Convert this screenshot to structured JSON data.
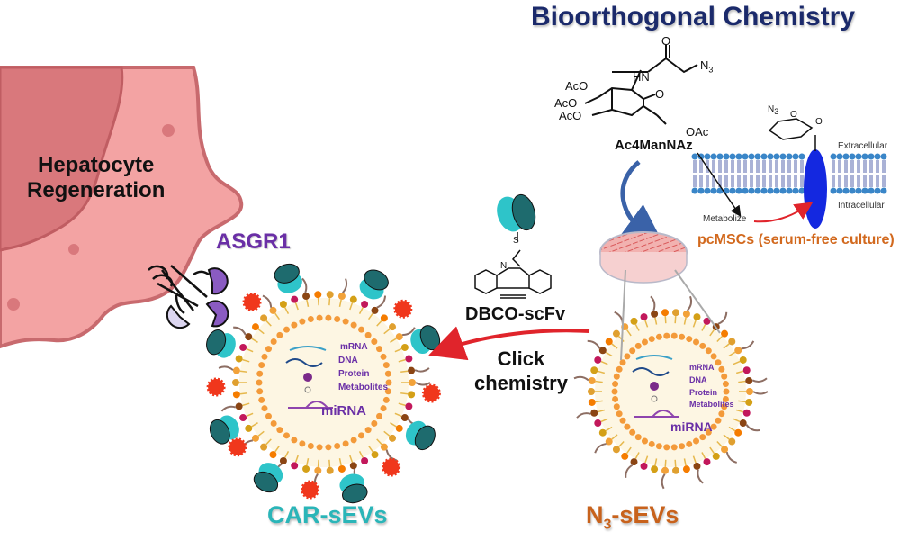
{
  "title": "Bioorthogonal Chemistry",
  "hepatocyte": {
    "line1": "Hepatocyte",
    "line2": "Regeneration"
  },
  "receptor": {
    "label": "ASGR1"
  },
  "dbco": {
    "label": "DBCO-scFv",
    "atom_s": "S",
    "atom_n": "N"
  },
  "click": {
    "line1": "Click",
    "line2": "chemistry"
  },
  "car_sevs": {
    "label": "CAR-sEVs"
  },
  "n3_sevs": {
    "prefix": "N",
    "subscript": "3",
    "suffix": "-sEVs"
  },
  "sugar": {
    "name": "Ac4ManNAz",
    "groups": {
      "o_top": "O",
      "n3": "N",
      "n3_sub": "3",
      "hn": "HN",
      "ring_o": "O",
      "aco1": "AcO",
      "aco2": "AcO",
      "aco3": "AcO",
      "oac": "OAc"
    }
  },
  "membrane": {
    "extracellular": "Extracellular",
    "intracellular": "Intracellular",
    "metabolize": "Metabolize",
    "glycan_n3": "N",
    "glycan_n3_sub": "3",
    "glycan_o1": "O",
    "glycan_o2": "O"
  },
  "culture": {
    "label": "pcMSCs (serum-free culture)"
  },
  "cargo": {
    "items": [
      "mRNA",
      "DNA",
      "Protein",
      "Metabolites"
    ],
    "mirna": "miRNA"
  },
  "colors": {
    "title": "#1b2a6b",
    "asgr1": "#6a2fa6",
    "car": "#2ab5b8",
    "n3": "#c8621c",
    "pcmsc": "#d2691e",
    "arrow_red": "#e0242b",
    "membrane_blue": "#3a86c8",
    "protein_blue": "#1428e0"
  }
}
